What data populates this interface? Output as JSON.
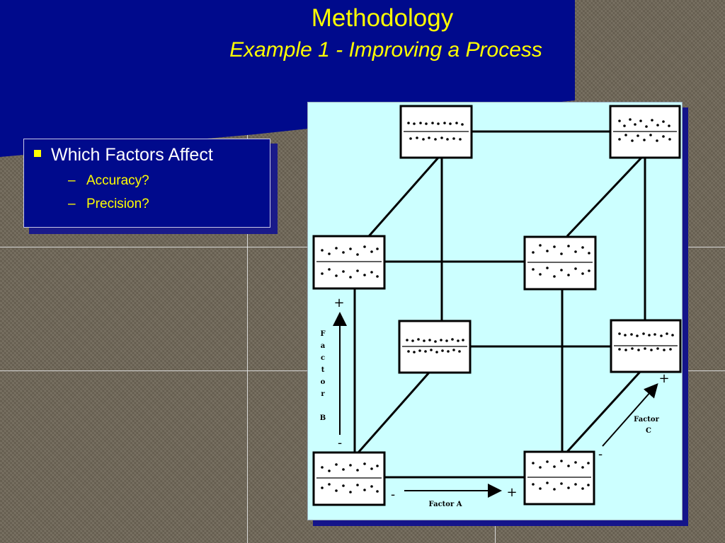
{
  "title": {
    "main": "Methodology",
    "subtitle": "Example 1 - Improving a Process"
  },
  "bullets": {
    "main": "Which Factors Affect",
    "sub": [
      "Accuracy?",
      "Precision?"
    ]
  },
  "figure": {
    "factor_a": {
      "label": "Factor A",
      "minus": "-",
      "plus": "+"
    },
    "factor_b": {
      "label": [
        "F",
        "a",
        "c",
        "t",
        "o",
        "r",
        "",
        "B"
      ],
      "minus": "-",
      "plus": "+"
    },
    "factor_c": {
      "label_line1": "Factor",
      "label_line2": "C",
      "minus": "-",
      "plus": "+"
    }
  },
  "colors": {
    "title_bg": "#000a8c",
    "title_text": "#ffff00",
    "figure_bg": "#ccffff",
    "bullet_marker": "#ffff00"
  }
}
